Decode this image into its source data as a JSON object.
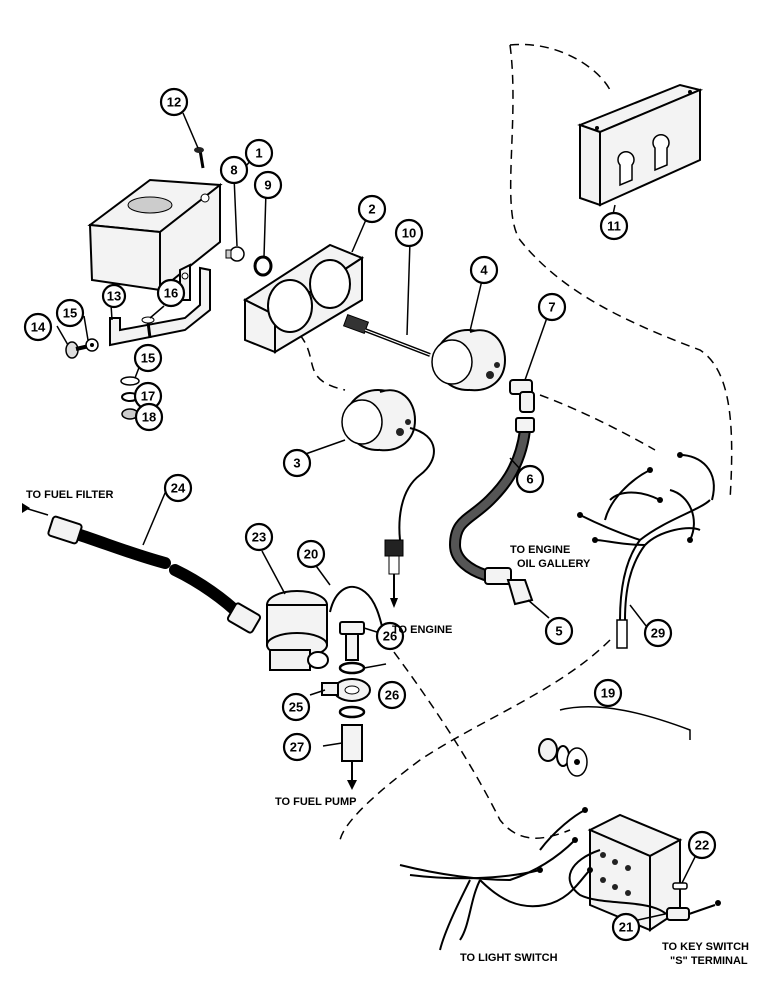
{
  "callouts": {
    "c1": "1",
    "c2": "2",
    "c3": "3",
    "c4": "4",
    "c5": "5",
    "c6": "6",
    "c7": "7",
    "c8": "8",
    "c9": "9",
    "c10": "10",
    "c11": "11",
    "c12": "12",
    "c13": "13",
    "c14": "14",
    "c15a": "15",
    "c15b": "15",
    "c16": "16",
    "c17": "17",
    "c18": "18",
    "c19": "19",
    "c20": "20",
    "c21": "21",
    "c22": "22",
    "c23": "23",
    "c24": "24",
    "c25": "25",
    "c26a": "26",
    "c26b": "26",
    "c27": "27",
    "c29": "29"
  },
  "labels": {
    "fuel_filter": "TO FUEL FILTER",
    "engine": "TO ENGINE",
    "engine_oil_1": "TO ENGINE",
    "engine_oil_2": "OIL GALLERY",
    "fuel_pump": "TO FUEL PUMP",
    "light_switch": "TO LIGHT SWITCH",
    "key_switch_1": "TO KEY SWITCH",
    "key_switch_2": "\"S\" TERMINAL"
  }
}
